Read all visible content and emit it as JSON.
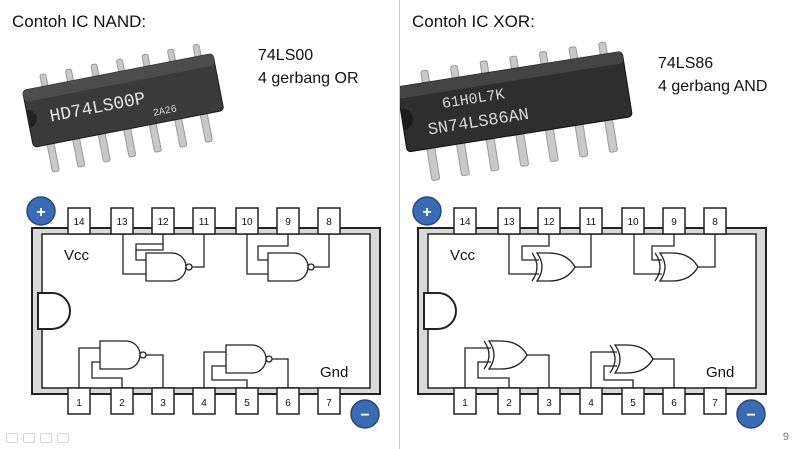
{
  "left": {
    "title": "Contoh IC NAND:",
    "part": "74LS00",
    "gates": "4 gerbang OR",
    "chip_text_main": "HD74LS00P",
    "chip_text_code": "2A26",
    "vcc_label": "Vcc",
    "gnd_label": "Gnd",
    "plus": "+",
    "minus": "−",
    "top_pins": [
      "14",
      "13",
      "12",
      "11",
      "10",
      "9",
      "8"
    ],
    "bottom_pins": [
      "1",
      "2",
      "3",
      "4",
      "5",
      "6",
      "7"
    ],
    "gate_type": "nand"
  },
  "right": {
    "title": "Contoh IC XOR:",
    "part": "74LS86",
    "gates": "4 gerbang AND",
    "chip_text_code": "61H0L7K",
    "chip_text_main": "SN74LS86AN",
    "vcc_label": "Vcc",
    "gnd_label": "Gnd",
    "plus": "+",
    "minus": "−",
    "top_pins": [
      "14",
      "13",
      "12",
      "11",
      "10",
      "9",
      "8"
    ],
    "bottom_pins": [
      "1",
      "2",
      "3",
      "4",
      "5",
      "6",
      "7"
    ],
    "gate_type": "xor"
  },
  "page_number": "9",
  "colors": {
    "badge": "#3a6bb3",
    "chip_dark": "#2b2b2b",
    "pin_metal": "#c9c9c9"
  }
}
